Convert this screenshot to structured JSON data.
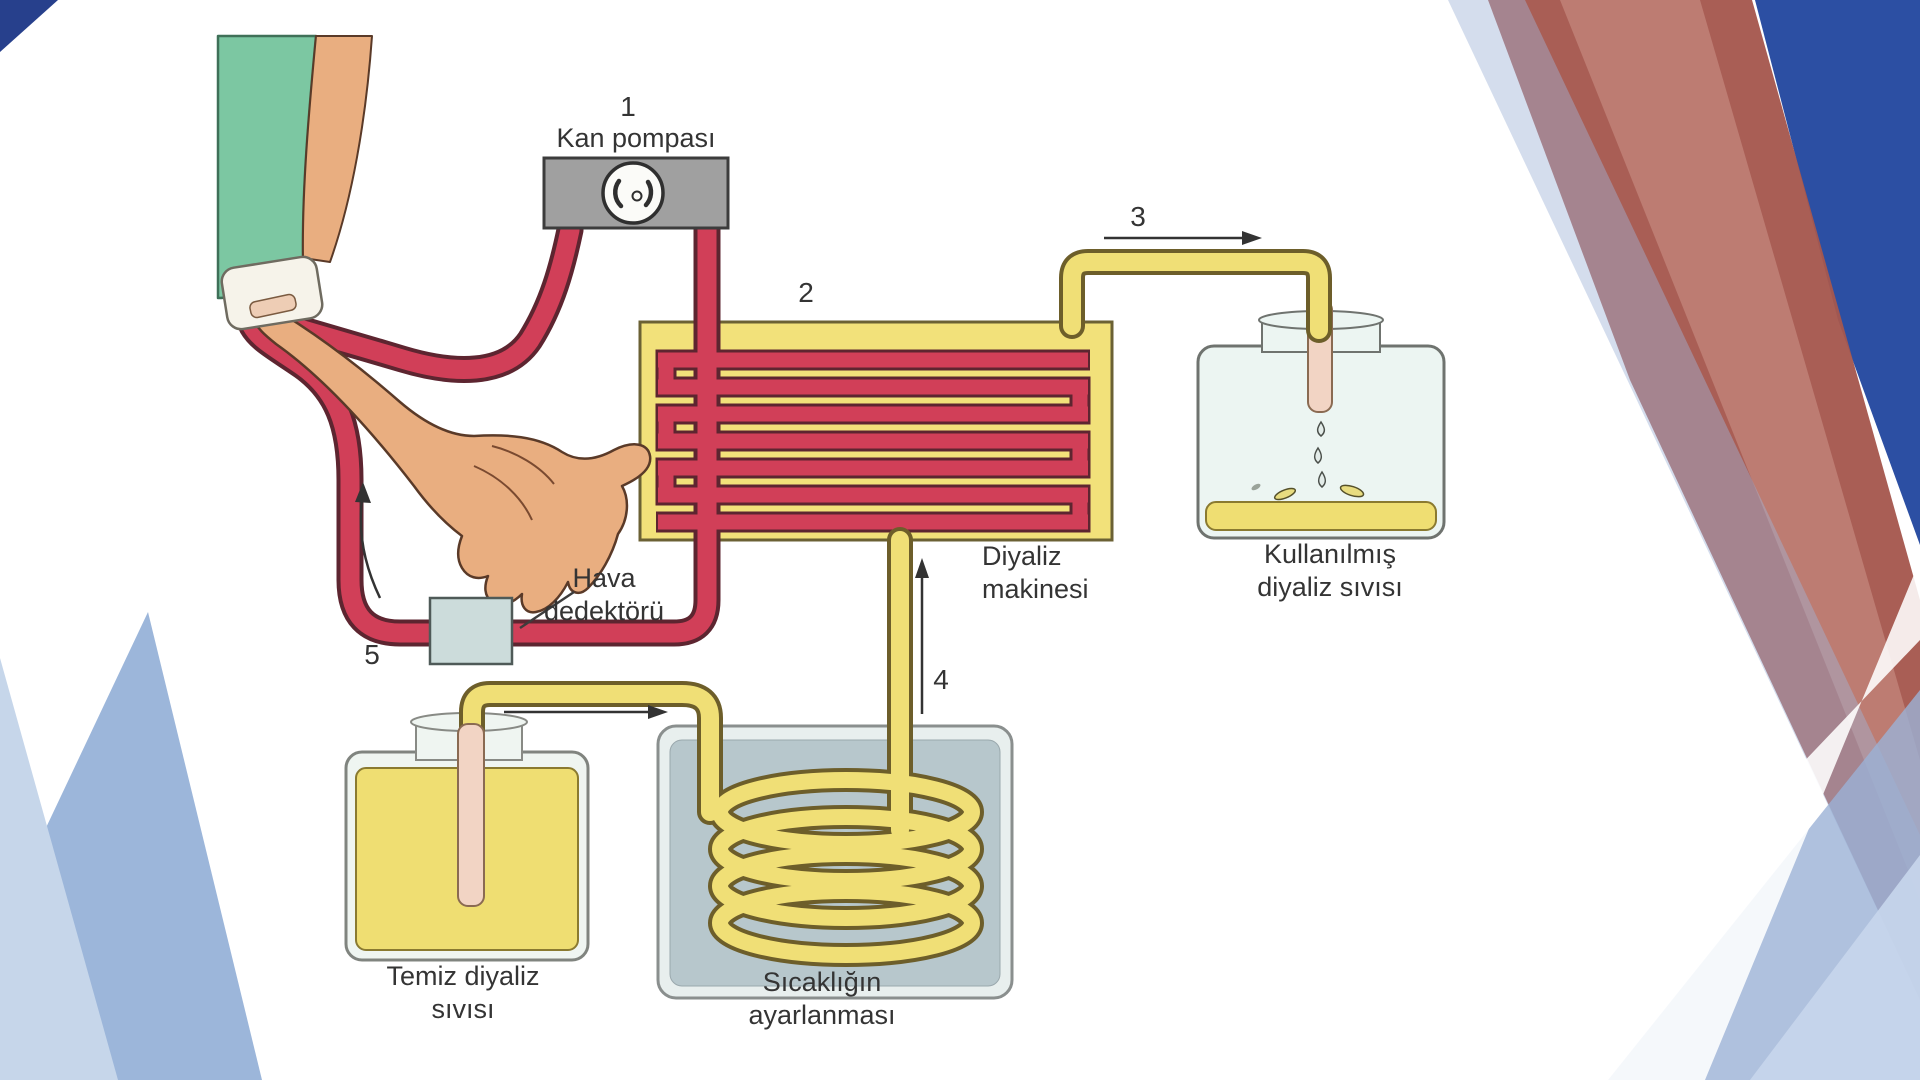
{
  "slide": {
    "title_context": "Hemodialysis (diyaliz) schematic slide",
    "labels": {
      "num1": "1",
      "num2": "2",
      "num3": "3",
      "num4": "4",
      "num5": "5",
      "blood_pump": "Kan pompası",
      "air_detector_l1": "Hava",
      "air_detector_l2": "dedektörü",
      "machine_l1": "Diyaliz",
      "machine_l2": "makinesi",
      "used_fluid_l1": "Kullanılmış",
      "used_fluid_l2": "diyaliz sıvısı",
      "clean_fluid_l1": "Temiz diyaliz",
      "clean_fluid_l2": "sıvısı",
      "temperature_l1": "Sıcaklığın",
      "temperature_l2": "ayarlanması"
    },
    "colors": {
      "blood_tube": "#d13f58",
      "blood_outline": "#5d2530",
      "dialysate_tube": "#f0df76",
      "dialysate_outline": "#6d5e2a",
      "machine_fill": "#f2e17a",
      "detector_fill": "#ccdcdb",
      "pump_fill": "#a0a0a0",
      "skin": "#e9ae80",
      "sleeve_green": "#7cc7a2",
      "beaker_water": "#b7c7cc",
      "jar_glass": "#eff5f1",
      "decor_blue_dark": "#2c4fa3",
      "decor_red": "#a6574e",
      "decor_blue_light": "#9cb6da"
    }
  }
}
